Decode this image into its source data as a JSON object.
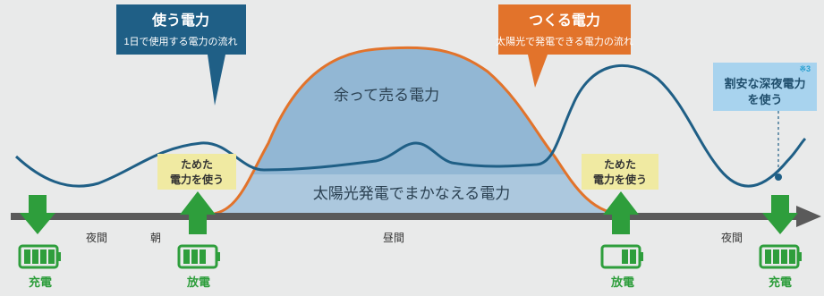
{
  "callouts": {
    "use": {
      "title": "使う電力",
      "subtitle": "1日で使用する電力の流れ"
    },
    "make": {
      "title": "つくる電力",
      "subtitle": "太陽光で発電できる電力の流れ"
    },
    "night": {
      "note": "※3",
      "line1": "割安な深夜電力",
      "line2": "を使う"
    }
  },
  "areas": {
    "surplus": "余って売る電力",
    "solar": "太陽光発電でまかなえる電力"
  },
  "stored": {
    "morning": {
      "line1": "ためた",
      "line2": "電力を使う"
    },
    "evening": {
      "line1": "ためた",
      "line2": "電力を使う"
    }
  },
  "timeline": {
    "night_left": "夜間",
    "morning": "朝",
    "daytime": "昼間",
    "night_right": "夜間"
  },
  "batteries": {
    "charge_left": "充電",
    "discharge_morning": "放電",
    "discharge_evening": "放電",
    "charge_right": "充電"
  },
  "colors": {
    "use_line": "#1f5f86",
    "make_line": "#e2732b",
    "area_fill": "#a9c6dd",
    "green": "#2e9e3c",
    "callout_blue": "#1f5f86",
    "callout_orange": "#e2732b",
    "callout_light": "#a8d3ee",
    "yellow_box": "#f0eaa2"
  }
}
